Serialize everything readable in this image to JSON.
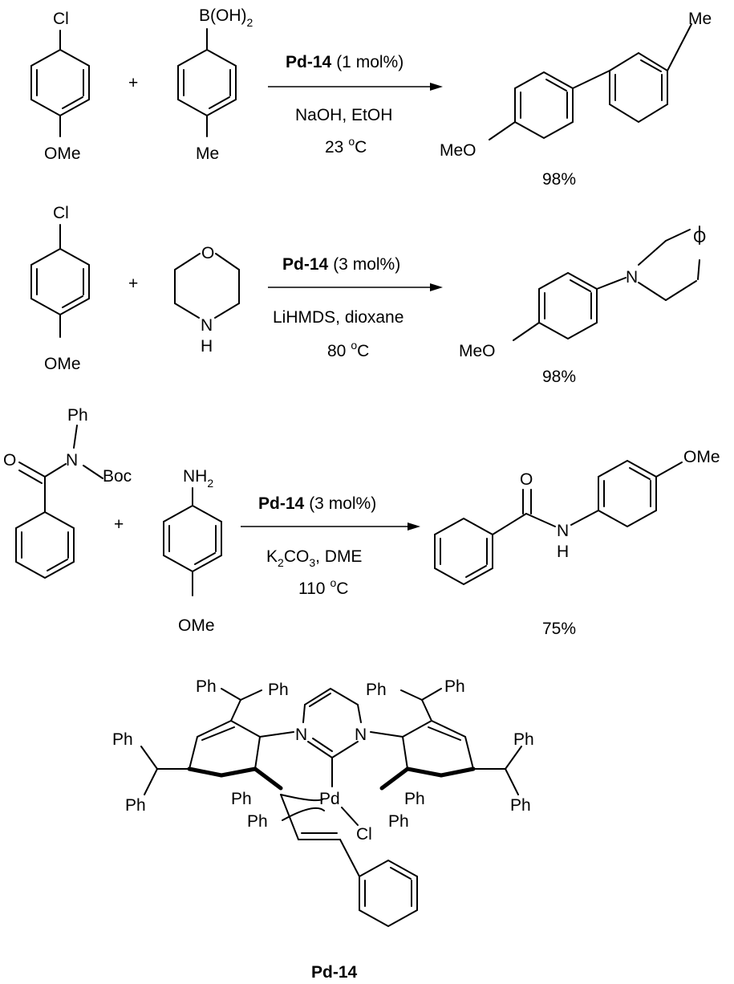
{
  "reactions": [
    {
      "reactant1_sub": "Cl",
      "reactant1_sub2": "OMe",
      "plus": "+",
      "reactant2_top": "B(OH)",
      "reactant2_top_sub": "2",
      "reactant2_bottom": "Me",
      "catalyst": "Pd-14",
      "loading": "(1 mol%)",
      "conditions": "NaOH, EtOH",
      "temperature": "23",
      "temp_sup": "o",
      "temp_unit": "C",
      "product_left": "MeO",
      "product_right": "Me",
      "yield": "98%"
    },
    {
      "reactant1_sub": "Cl",
      "reactant1_sub2": "OMe",
      "plus": "+",
      "ring_O": "O",
      "ring_N": "N",
      "ring_H": "H",
      "catalyst": "Pd-14",
      "loading": "(3 mol%)",
      "conditions": "LiHMDS, dioxane",
      "temperature": "80",
      "temp_sup": "o",
      "temp_unit": "C",
      "product_left": "MeO",
      "product_N": "N",
      "product_O": "O",
      "yield": "98%"
    },
    {
      "amide_O": "O",
      "amide_N": "N",
      "amide_Ph": "Ph",
      "amide_Boc": "Boc",
      "plus": "+",
      "amine_top": "NH",
      "amine_top_sub": "2",
      "amine_bottom": "OMe",
      "catalyst": "Pd-14",
      "loading": "(3 mol%)",
      "cond_K": "K",
      "cond_K_sub": "2",
      "cond_CO": "CO",
      "cond_CO_sub": "3",
      "cond_rest": ", DME",
      "temperature": "110",
      "temp_sup": "o",
      "temp_unit": "C",
      "product_O": "O",
      "product_NH_N": "N",
      "product_NH_H": "H",
      "product_OMe": "OMe",
      "yield": "75%"
    }
  ],
  "catalyst_structure": {
    "ph": "Ph",
    "n_left": "N",
    "n_right": "N",
    "pd": "Pd",
    "cl": "Cl",
    "name": "Pd-14"
  }
}
